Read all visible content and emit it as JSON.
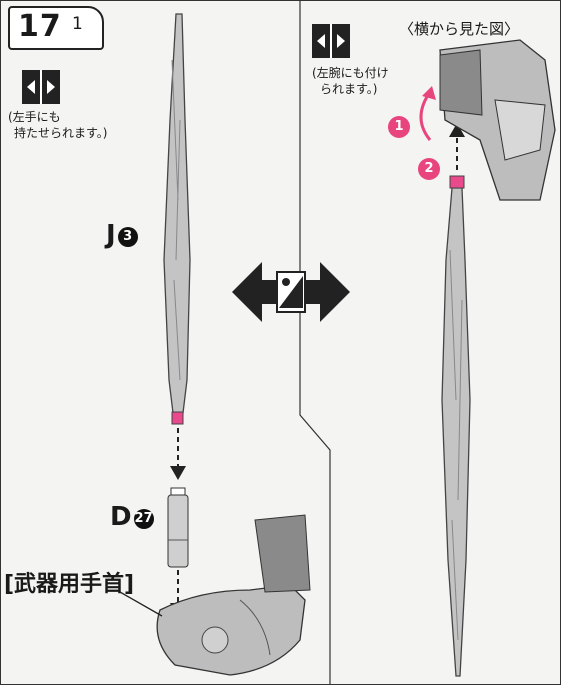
{
  "step": {
    "number": "17",
    "sub": "1"
  },
  "left_panel": {
    "symbol_icon": "swap-arrows-icon",
    "note": "(左手にも\n持たせられます。)",
    "part_upper_letter": "J",
    "part_upper_num": "3",
    "part_lower_letter": "D",
    "part_lower_num": "27",
    "wrist_label": "[武器用手首]"
  },
  "right_panel": {
    "title": "〈横から見た図〉",
    "symbol_icon": "swap-arrows-icon",
    "note": "(左腕にも付け\nられます。)",
    "step_badge_1": "1",
    "step_badge_2": "2"
  },
  "center_icon": "alternate-view-double-arrow-icon",
  "colors": {
    "accent_pink": "#e8457f",
    "part_gray": "#bdbdbd",
    "ink": "#222222"
  }
}
